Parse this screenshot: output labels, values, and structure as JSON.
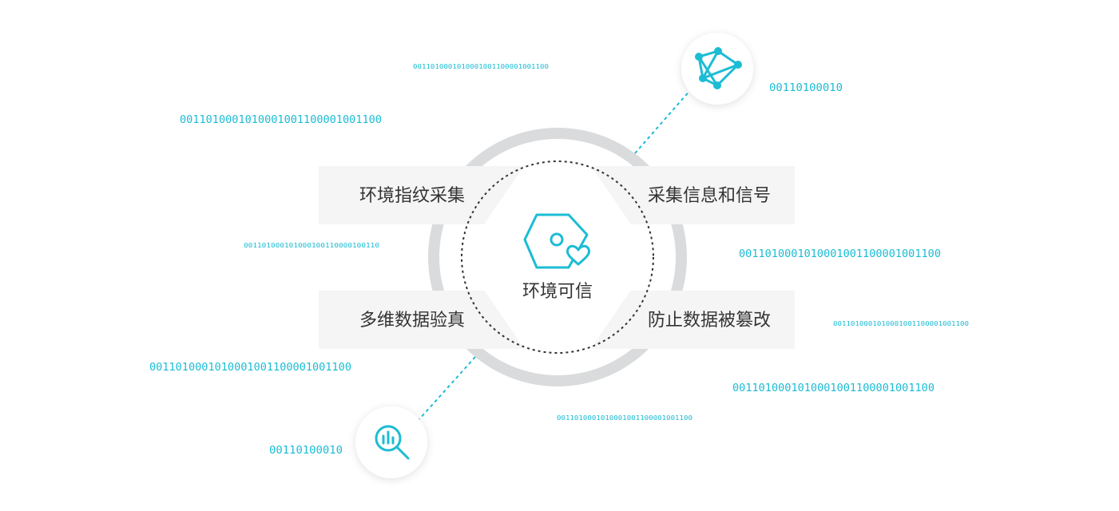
{
  "center": {
    "title": "环境可信"
  },
  "labels": {
    "top_left": "环境指纹采集",
    "top_right": "采集信息和信号",
    "bottom_left": "多维数据验真",
    "bottom_right": "防止数据被篡改"
  },
  "binary": {
    "b1": "0011010001010001001100001001100",
    "b2": "0011010001010001001100001001100",
    "b3": "00110100010",
    "b4": "001101000101000100110000100110",
    "b5": "0011010001010001001100001001100",
    "b6": "0011010001010001001100001001100",
    "b7": "0011010001010001001100001001100",
    "b8": "0011010001010001001100001001100",
    "b9": "0011010001010001001100001001100",
    "b10": "00110100010"
  },
  "icons": {
    "center": "hexagon-heart-icon",
    "top": "network-icon",
    "bottom": "magnifier-chart-icon"
  },
  "colors": {
    "accent": "#1cbcd4",
    "ring": "#dadbdc",
    "band": "#f5f5f5",
    "text": "#333333"
  }
}
